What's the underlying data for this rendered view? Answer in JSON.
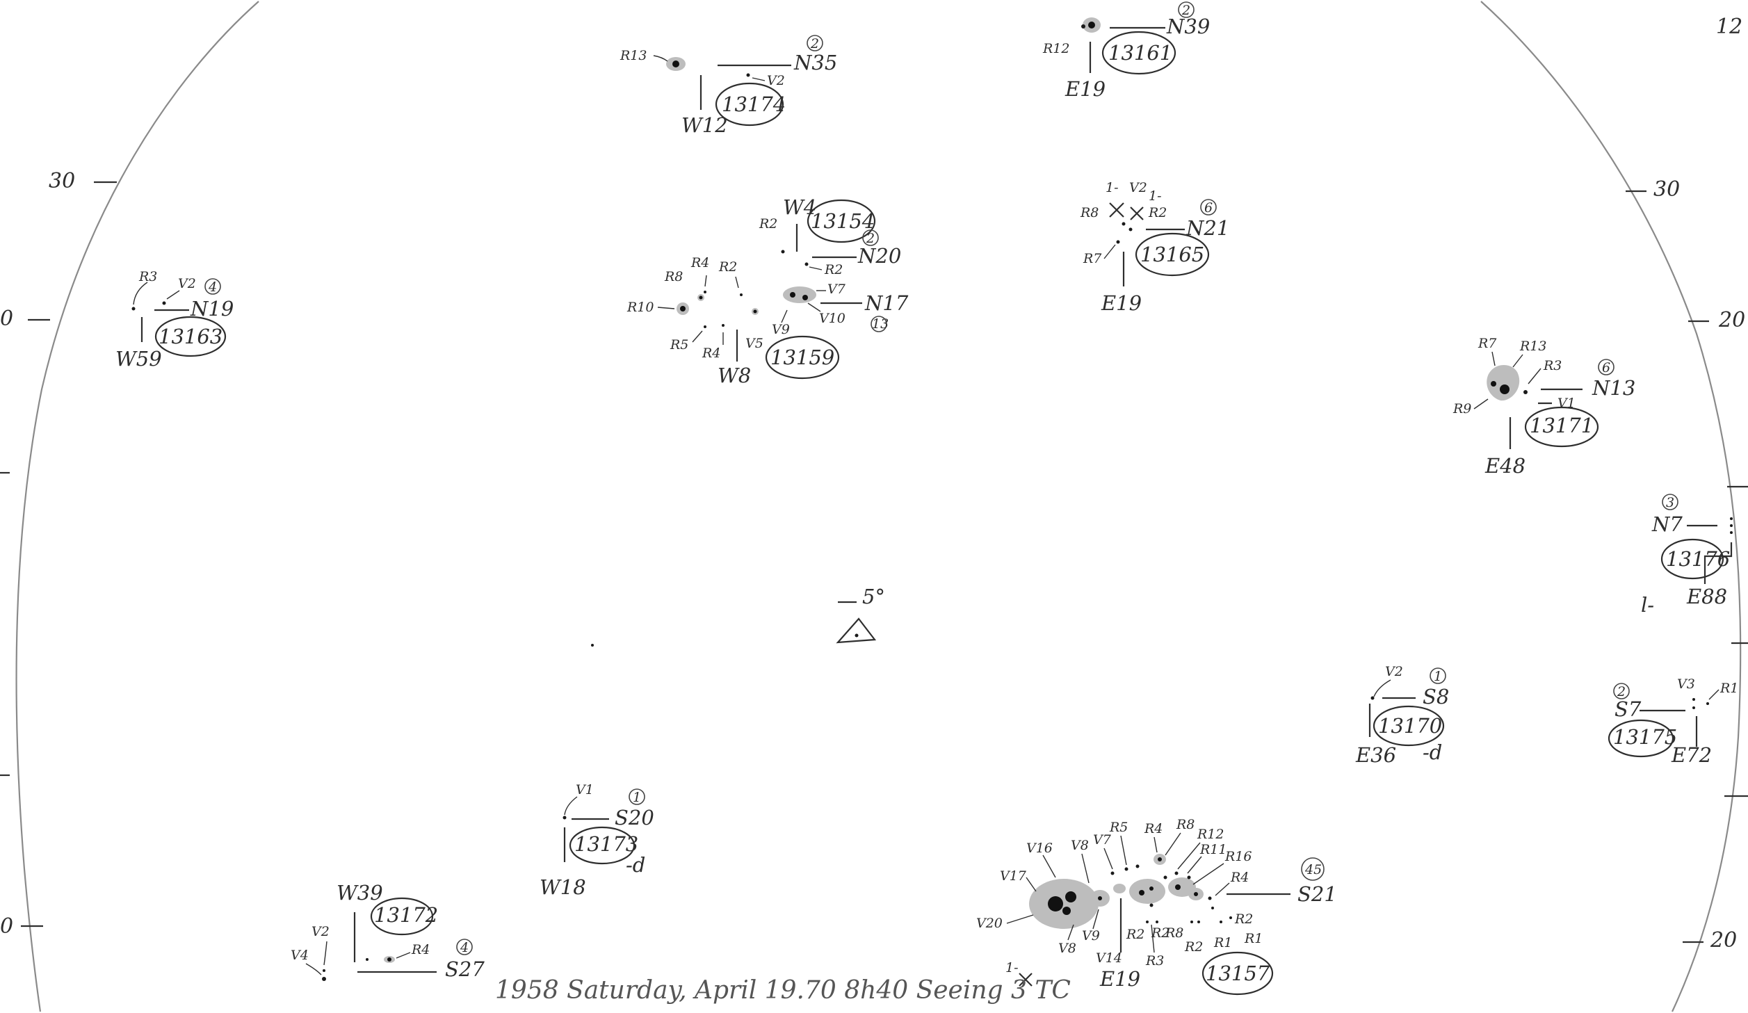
{
  "footer": {
    "text": "1958 Saturday, April 19.70 8h40 Seeing 3 TC"
  },
  "center_mark": {
    "label": "5°"
  },
  "margin_ticks": {
    "top_left": "30",
    "top_right": "30",
    "mid_left": "0",
    "mid_right": "20",
    "bottom_left": "0",
    "bottom_right": "20",
    "corner": "12"
  },
  "regions": [
    {
      "number": "13174",
      "latitude": "N35",
      "longitude": "W12",
      "count": "2",
      "labels": [
        "R13",
        "V2"
      ]
    },
    {
      "number": "13161",
      "latitude": "N39",
      "longitude": "E19",
      "count": "2",
      "labels": [
        "R12"
      ]
    },
    {
      "number": "13154",
      "latitude": "N20",
      "longitude": "W4",
      "count": "2",
      "labels": [
        "R2",
        "R2"
      ]
    },
    {
      "number": "13165",
      "latitude": "N21",
      "longitude": "E19",
      "count": "6",
      "labels": [
        "1-",
        "V2",
        "1-",
        "R8",
        "R2",
        "R7"
      ]
    },
    {
      "number": "13163",
      "latitude": "N19",
      "longitude": "W59",
      "count": "4",
      "labels": [
        "R3",
        "V2"
      ]
    },
    {
      "number": "13159",
      "latitude": "N17",
      "longitude": "W8",
      "count": "13",
      "labels": [
        "R8",
        "R4",
        "R2",
        "R10",
        "R5",
        "R4",
        "V5",
        "V9",
        "V7",
        "V10"
      ]
    },
    {
      "number": "13171",
      "latitude": "N13",
      "longitude": "E48",
      "count": "6",
      "labels": [
        "R7",
        "R13",
        "R3",
        "R9",
        "V1"
      ]
    },
    {
      "number": "13176",
      "latitude": "N7",
      "longitude": "E88",
      "count": "3",
      "labels": []
    },
    {
      "number": "13170",
      "latitude": "S8",
      "longitude": "E36",
      "count": "1",
      "labels": [
        "V2"
      ]
    },
    {
      "number": "13175",
      "latitude": "S7",
      "longitude": "E72",
      "count": "2",
      "labels": [
        "V3",
        "R1"
      ]
    },
    {
      "number": "13173",
      "latitude": "S20",
      "longitude": "W18",
      "count": "1",
      "labels": [
        "V1"
      ]
    },
    {
      "number": "13172",
      "latitude": "S27",
      "longitude": "W39",
      "count": "4",
      "labels": [
        "V4",
        "V2",
        "R4"
      ]
    },
    {
      "number": "13157",
      "latitude": "S21",
      "longitude": "E19",
      "count": "45",
      "labels": [
        "V16",
        "V8",
        "V7",
        "R5",
        "R4",
        "R8",
        "R12",
        "R11",
        "R16",
        "R4",
        "V17",
        "V20",
        "V8",
        "V9",
        "V14",
        "R2",
        "R2",
        "R8",
        "R3",
        "R2",
        "R1",
        "R2",
        "R1",
        "1-"
      ]
    }
  ],
  "annotations": {
    "d_13170": "-d",
    "d_13173": "-d",
    "l_13176": "l-"
  }
}
